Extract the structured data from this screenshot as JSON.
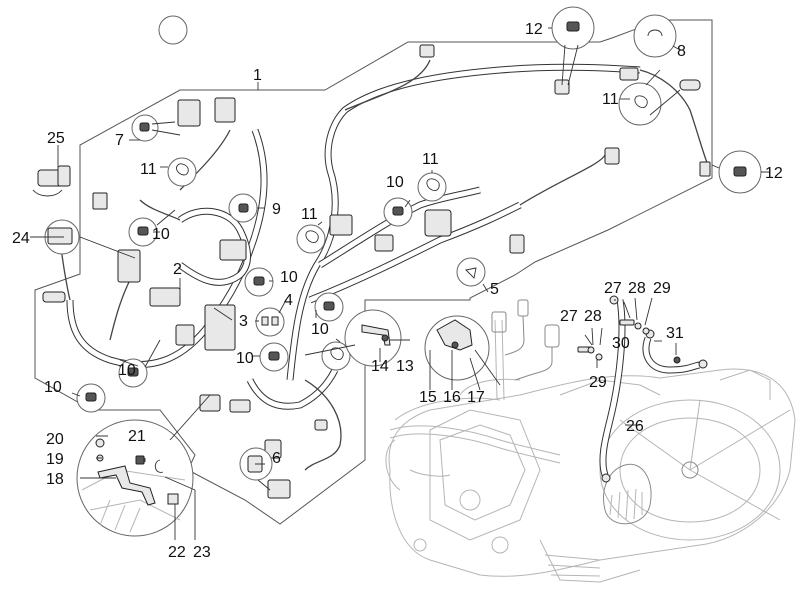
{
  "diagram": {
    "title": "Wiring harness exploded parts diagram",
    "callouts": [
      {
        "id": "1",
        "text": "1"
      },
      {
        "id": "2",
        "text": "2"
      },
      {
        "id": "3",
        "text": "3"
      },
      {
        "id": "4",
        "text": "4"
      },
      {
        "id": "5",
        "text": "5"
      },
      {
        "id": "6",
        "text": "6"
      },
      {
        "id": "7",
        "text": "7"
      },
      {
        "id": "8",
        "text": "8"
      },
      {
        "id": "9",
        "text": "9"
      },
      {
        "id": "10a",
        "text": "10"
      },
      {
        "id": "10b",
        "text": "10"
      },
      {
        "id": "10c",
        "text": "10"
      },
      {
        "id": "10d",
        "text": "10"
      },
      {
        "id": "10e",
        "text": "10"
      },
      {
        "id": "10f",
        "text": "10"
      },
      {
        "id": "10g",
        "text": "10"
      },
      {
        "id": "10h",
        "text": "10"
      },
      {
        "id": "11a",
        "text": "11"
      },
      {
        "id": "11b",
        "text": "11"
      },
      {
        "id": "11c",
        "text": "11"
      },
      {
        "id": "11d",
        "text": "11"
      },
      {
        "id": "12a",
        "text": "12"
      },
      {
        "id": "12b",
        "text": "12"
      },
      {
        "id": "13",
        "text": "13"
      },
      {
        "id": "14",
        "text": "14"
      },
      {
        "id": "15",
        "text": "15"
      },
      {
        "id": "16",
        "text": "16"
      },
      {
        "id": "17",
        "text": "17"
      },
      {
        "id": "18",
        "text": "18"
      },
      {
        "id": "19",
        "text": "19"
      },
      {
        "id": "20",
        "text": "20"
      },
      {
        "id": "21",
        "text": "21"
      },
      {
        "id": "22",
        "text": "22"
      },
      {
        "id": "23",
        "text": "23"
      },
      {
        "id": "24",
        "text": "24"
      },
      {
        "id": "25",
        "text": "25"
      },
      {
        "id": "26",
        "text": "26"
      },
      {
        "id": "27a",
        "text": "27"
      },
      {
        "id": "28a",
        "text": "28"
      },
      {
        "id": "29a",
        "text": "29"
      },
      {
        "id": "27b",
        "text": "27"
      },
      {
        "id": "28b",
        "text": "28"
      },
      {
        "id": "29b",
        "text": "29"
      },
      {
        "id": "30",
        "text": "30"
      },
      {
        "id": "31",
        "text": "31"
      }
    ]
  }
}
